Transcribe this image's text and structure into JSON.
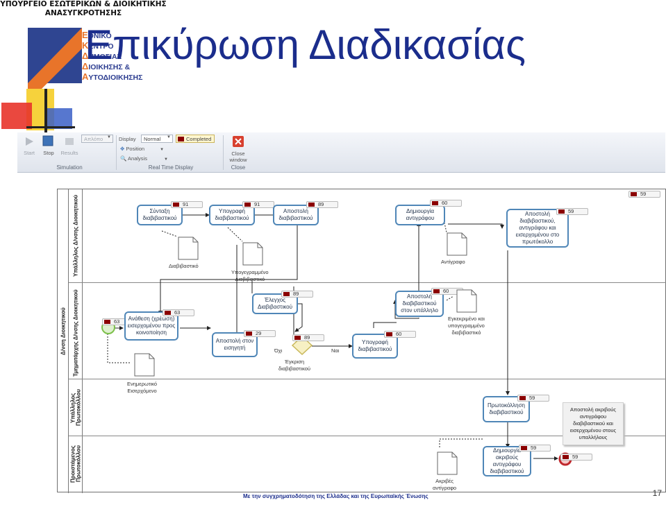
{
  "header": {
    "ministry_line1": "ΥΠΟΥΡΓΕΙΟ ΕΣΩΤΕΡΙΚΩΝ & ΔΙΟΙΚΗΤΙΚΗΣ",
    "ministry_line2": "ΑΝΑΣΥΓΚΡΟΤΗΣΗΣ",
    "logo_lines": [
      {
        "cap": "Ε",
        "rest": "ΘΝΙΚΟ"
      },
      {
        "cap": "Κ",
        "rest": "ΕΝΤΡΟ"
      },
      {
        "cap": "Δ",
        "rest": "ΗΜΟΣΙΑΣ"
      },
      {
        "cap": "Δ",
        "rest": "ΙΟΙΚΗΣΗΣ &"
      },
      {
        "cap": "Α",
        "rest": "ΥΤΟΔΙΟΙΚΗΣΗΣ"
      }
    ],
    "title": "Επικύρωση Διαδικασίας"
  },
  "ribbon": {
    "start": "Start",
    "stop": "Stop",
    "results": "Results",
    "combo_disabled": "Απλόπο",
    "display_label": "Display",
    "display_value": "Normal",
    "completed": "Completed",
    "position": "Position",
    "analysis": "Analysis",
    "close_window_1": "Close",
    "close_window_2": "window",
    "group_simulation": "Simulation",
    "group_realtime": "Real Time Display",
    "group_close": "Close"
  },
  "lanes": [
    {
      "label_1": "Υπάλληλος Δ/νσης Διοικητικού",
      "label_2": ""
    },
    {
      "label_1": "Δ/νση Διοικητικού",
      "label_2": "Τμηματάρχης Δ/νσης Διοικητικού"
    },
    {
      "label_1": "Υπάλληλος",
      "label_2": "Πρωτοκόλλου"
    },
    {
      "label_1": "Προιστάμενος",
      "label_2": "Πρωτοκόλλου"
    }
  ],
  "tasks": {
    "t_syntaxi": "Σύνταξη διαβιβαστικού",
    "t_ypografi": "Υπογραφή διαβιβαστικού",
    "t_apostoli1": "Αποστολή διαβιβαστικού",
    "t_dimiourgia": "Δημιουργία αντιγράφου",
    "t_apostoli_all": "Αποστολή διαβιβαστικού, αντιγράφου και εισερχομένου στο πρωτόκολλο",
    "t_elegxos": "Έλεγχος Διαβιβαστικού",
    "t_apostoli_ypal": "Αποστολή διαβιβαστικού στον υπάλληλο",
    "t_anathesi": "Ανάθεση (χρέωση) εισερχομένου προς κοινοποίηση",
    "t_apostoli_eis": "Αποστολή στον εισηγητή",
    "t_ypografi2": "Υπογραφή διαβιβαστικού",
    "t_protokollisi": "Πρωτοκόλληση διαβιβαστικού",
    "t_dimiourgia_akr": "Δημιουργία ακριβούς αντιγράφου διαβιβαστικού"
  },
  "badges": {
    "b1": "91",
    "b2": "91",
    "b3": "89",
    "b4": "60",
    "b5": "59",
    "b_top": "59",
    "b6": "89",
    "b7": "60",
    "b8": "63",
    "b9": "63",
    "b10": "29",
    "b11": "89",
    "b12": "60",
    "b13": "59",
    "b14": "59",
    "b15": "59"
  },
  "docs": {
    "d_diavivastiko": "Διαβιβαστικό",
    "d_ypogegrammeno_1": "Υπογεγραμμένο",
    "d_ypogegrammeno_2": "Διαβιβαστικό",
    "d_antigrafo": "Αντίγραφο",
    "d_egkekrimeno_1": "Εγκεκριμένο και",
    "d_egkekrimeno_2": "υπογεγραμμένο",
    "d_egkekrimeno_3": "διαβιβαστικό",
    "d_enimerotiko_1": "Ενημερωτικό",
    "d_enimerotiko_2": "Εισερχόμενο",
    "d_akrives_1": "Ακριβές",
    "d_akrives_2": "αντίγραφο"
  },
  "gateway": {
    "no": "Όχι",
    "yes": "Ναι",
    "label_1": "Έγκριση",
    "label_2": "διαβιβαστικού"
  },
  "note": "Αποστολή ακριβούς αντιγράφου διαβιβαστικού και εισερχομένου στους υπαλλήλους",
  "footer": "Με την συγχρηματοδότηση της Ελλάδας και της Ευρωπαϊκής Ένωσης",
  "page_number": "17",
  "colors": {
    "title": "#1b2d8c",
    "task_border": "#4f86b7",
    "badge_flag": "#8b0000",
    "gateway": "#e7d98a",
    "start_event": "#7cc04a",
    "end_event": "#c0282d"
  }
}
